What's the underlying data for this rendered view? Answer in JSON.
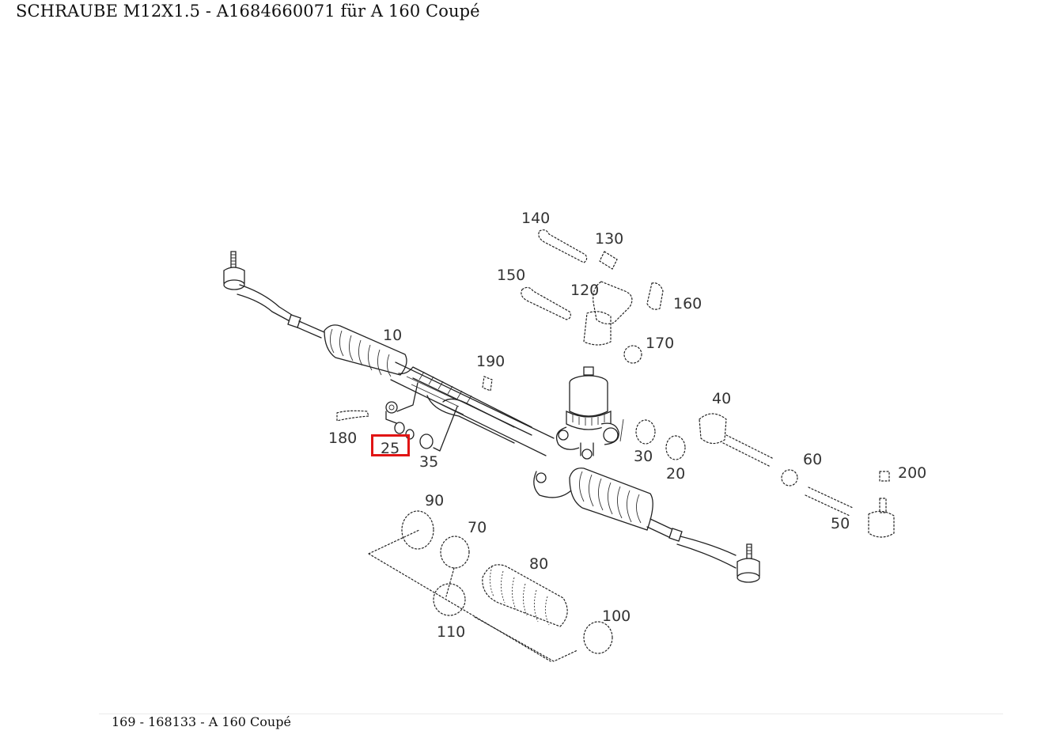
{
  "header": {
    "title": "SCHRAUBE M12X1.5 - A1684660071 für A 160 Coupé"
  },
  "footer": {
    "caption": "169 - 168133 - A 160 Coupé"
  },
  "highlight": {
    "part": "25",
    "color": "#e11515"
  },
  "callouts": {
    "p10": "10",
    "p20": "20",
    "p25": "25",
    "p30": "30",
    "p35": "35",
    "p40": "40",
    "p50": "50",
    "p60": "60",
    "p70": "70",
    "p80": "80",
    "p90": "90",
    "p100": "100",
    "p110": "110",
    "p120": "120",
    "p130": "130",
    "p140": "140",
    "p150": "150",
    "p160": "160",
    "p170": "170",
    "p180": "180",
    "p190": "190",
    "p200": "200"
  }
}
